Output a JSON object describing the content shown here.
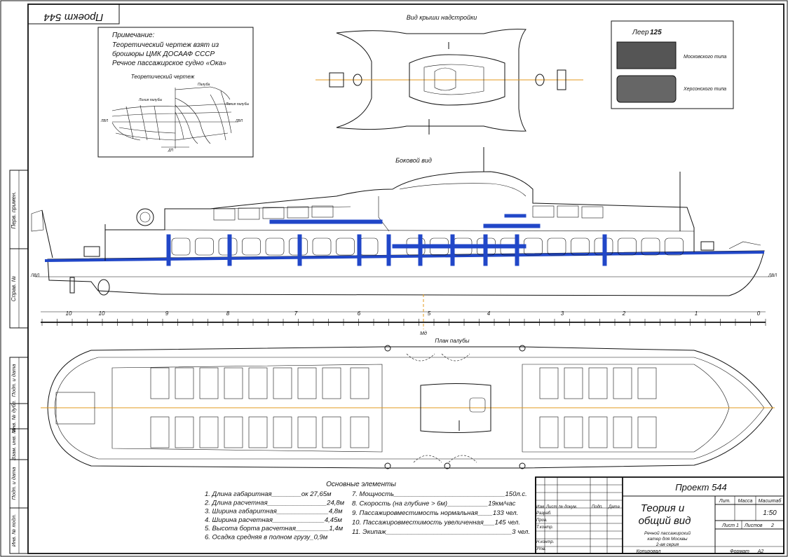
{
  "project_stamp": "Проект 544",
  "note": {
    "title": "Примечание:",
    "lines": [
      "Теоретический чертеж взят из",
      "брошюры ЦМК ДОСААФ СССР",
      "Речное пассажирское судно «Ока»"
    ],
    "drawing_title": "Теоретический чертеж",
    "labels": {
      "deck": "Палуба",
      "side_left": "Линия палубы",
      "side_right": "Линия палубы",
      "dp": "ДП",
      "bl_left": "ЛВЛ",
      "bl_right": "ЛВЛ"
    }
  },
  "roof_view_title": "Вид крыши надстройки",
  "railing": {
    "title": "Леер",
    "title_num": "125",
    "items": [
      {
        "label": "Московского типа"
      },
      {
        "label": "Херсонского типа"
      }
    ]
  },
  "side_view_title": "Боковой вид",
  "waterline_left": "ЛВЛ",
  "waterline_right": "ЛВЛ",
  "midship_label": "Мд",
  "frame_numbers": [
    "10",
    "10",
    "9",
    "8",
    "7",
    "6",
    "5",
    "4",
    "3",
    "2",
    "1",
    "0"
  ],
  "deck_plan_title": "План палубы",
  "side_margin": {
    "top": "Перв. примен.",
    "middle": "Справ. №",
    "b1": "Подп. и дата",
    "b2": "Инв. № дубл.",
    "b3": "Взам. инв. №",
    "b4": "Подп. и дата",
    "b5": "Инв. № подл."
  },
  "elements": {
    "title": "Основные элементы",
    "left": [
      "1. Длина габаритная________ок 27,65м",
      "2. Длина расчетная________________24,8м",
      "3. Ширина габаритная______________4,8м",
      "4. Ширина расчетная______________4,45м",
      "5. Высота борта расчетная_________1,4м",
      "6. Осадка средняя в полном грузу_0,9м"
    ],
    "right": [
      "7. Мощность______________________________150л.с.",
      "8. Скорость (на глубине > 6м)___________19км/час",
      "9. Пассажировместимость нормальная____133 чел.",
      "10. Пассажировместимость увеличенная___145 чел.",
      "11. Экипаж__________________________________3 чел."
    ]
  },
  "title_block": {
    "project": "Проект 544",
    "name_line1": "Теория и",
    "name_line2": "общий вид",
    "sub1": "Речной пассажирский",
    "sub2": "катер для Москвы",
    "sub3": "2-ая серия",
    "lit": "Лит.",
    "mass": "Масса",
    "scale_h": "Масштаб",
    "scale": "1:50",
    "sheet": "Лист",
    "sheet_n": "1",
    "sheets": "Листов",
    "sheets_n": "2",
    "izm": "Изм",
    "list": "Лист",
    "ndoc": "№ докум.",
    "podp": "Подп.",
    "date": "Дата",
    "razrab": "Разраб.",
    "prov": "Пров.",
    "tkontr": "Т.контр.",
    "nkontr": "Н.контр.",
    "utv": "Утв.",
    "copied": "Копировал",
    "format": "Формат",
    "format_v": "A2"
  }
}
